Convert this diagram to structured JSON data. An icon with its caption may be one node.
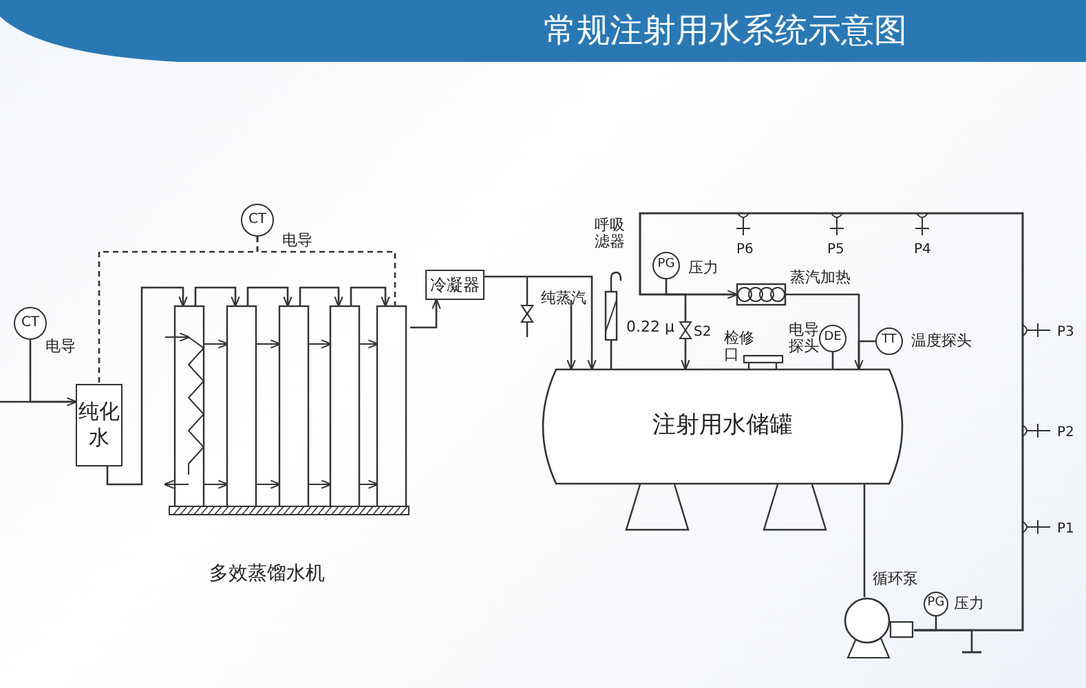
{
  "diagram": {
    "title": "常规注射用水系统示意图",
    "nodes": [
      {
        "text": [
          "CT"
        ],
        "beside": [
          "电导"
        ]
      },
      {
        "text": [
          "纯化水"
        ]
      },
      {
        "text": [
          "CT"
        ],
        "beside": [
          "电导"
        ]
      },
      {
        "text": [],
        "shape": "box",
        "beside": [
          "多效蒸馏水机"
        ]
      },
      {
        "text": [
          "冷凝器"
        ]
      },
      {
        "text": [],
        "shape": "box",
        "beside": [
          "呼吸滤器",
          "0.22 μ"
        ]
      },
      {
        "text": [
          "PG"
        ],
        "beside": [
          "压力"
        ]
      },
      {
        "text": [],
        "shape": "box",
        "beside": [
          "蒸汽加热"
        ]
      },
      {
        "text": [],
        "shape": "box",
        "beside": [
          "检修口"
        ]
      },
      {
        "text": [
          "DE"
        ],
        "beside": [
          "电导探头"
        ]
      },
      {
        "text": [
          "TT"
        ],
        "beside": [
          "温度探头"
        ]
      },
      {
        "text": [
          "注射用水储罐"
        ]
      },
      {
        "text": [],
        "shape": "circle",
        "beside": [
          "循环泵"
        ]
      },
      {
        "text": [
          "PG"
        ],
        "beside": [
          "压力"
        ]
      }
    ],
    "edges": [
      {
        "from": null,
        "to": 1,
        "arrow": "to"
      },
      {
        "from": 0,
        "to": 1,
        "arrow": "none"
      },
      {
        "from": 1,
        "to": 3,
        "arrow": "to"
      },
      {
        "from": 2,
        "to": 1,
        "arrow": "none",
        "style": "dashed"
      },
      {
        "from": 2,
        "to": 3,
        "arrow": "none",
        "style": "dashed"
      },
      {
        "from": 3,
        "to": 4,
        "arrow": "to"
      },
      {
        "from": 4,
        "to": 11,
        "arrow": "to"
      },
      {
        "from": null,
        "to": 11,
        "arrow": "to",
        "label": "纯蒸汽"
      },
      {
        "from": 5,
        "to": 11,
        "arrow": "none"
      },
      {
        "from": 12,
        "to": 7,
        "arrow": "to"
      },
      {
        "from": 12,
        "to": 11,
        "arrow": "to"
      },
      {
        "from": 7,
        "to": 11,
        "arrow": "to"
      },
      {
        "from": 6,
        "to": 7,
        "arrow": "none"
      },
      {
        "from": 9,
        "to": 11,
        "arrow": "none"
      },
      {
        "from": 10,
        "to": 11,
        "arrow": "none"
      },
      {
        "from": 13,
        "to": 12,
        "arrow": "none"
      },
      {
        "from": 11,
        "to": 12,
        "arrow": "none"
      },
      {
        "from": 12,
        "to": null,
        "arrow": "other"
      },
      {
        "from": 3,
        "to": 3,
        "arrow": "to"
      },
      {
        "from": 3,
        "to": 3,
        "arrow": "to"
      },
      {
        "from": 3,
        "to": 3,
        "arrow": "to"
      },
      {
        "from": 3,
        "to": 3,
        "arrow": "to"
      }
    ],
    "labels": [
      "S2",
      "P6",
      "P5",
      "P4",
      "P3",
      "P2",
      "P1"
    ]
  }
}
